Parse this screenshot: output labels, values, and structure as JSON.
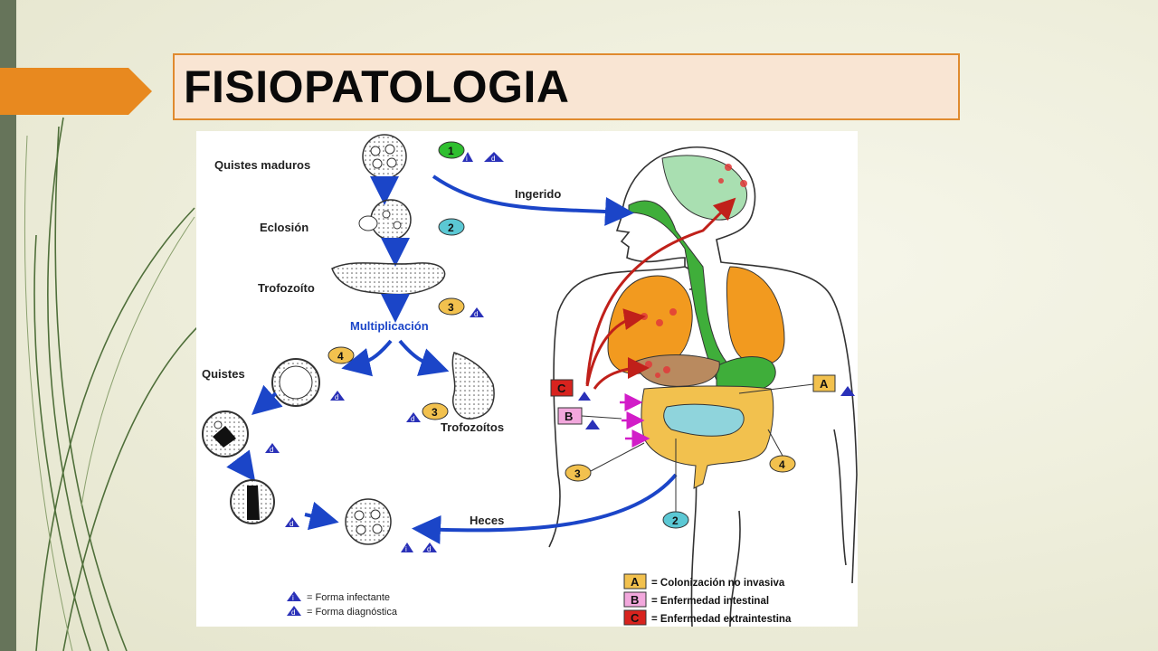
{
  "slide": {
    "title": "FISIOPATOLOGIA",
    "colors": {
      "accent": "#e8891f",
      "title_fill": "#f9e5d3",
      "side_bar": "#66745a"
    }
  },
  "diagram": {
    "stages": {
      "mature_cysts": "Quistes maduros",
      "excystation": "Eclosión",
      "trophozoite": "Trofozoíto",
      "multiplication": "Multiplicación",
      "cysts": "Quistes",
      "trophozoites": "Trofozoítos"
    },
    "arrows": {
      "ingested": "Ingerido",
      "feces": "Heces"
    },
    "step_numbers": [
      "1",
      "2",
      "3",
      "4",
      "3",
      "3",
      "4",
      "2"
    ],
    "icon_letters": {
      "infective": "i",
      "diagnostic": "d"
    },
    "outcome_letters": [
      "A",
      "B",
      "C"
    ],
    "legend_forms": [
      {
        "symbol": "i",
        "label": "= Forma infectante"
      },
      {
        "symbol": "d",
        "label": "= Forma diagnóstica"
      }
    ],
    "legend_outcomes": [
      {
        "letter": "A",
        "label": "= Colonización no invasiva",
        "color": "#f2c14e"
      },
      {
        "letter": "B",
        "label": "= Enfermedad intestinal",
        "color": "#f2a7dc"
      },
      {
        "letter": "C",
        "label": "= Enfermedad extraintestina",
        "color": "#d8231e"
      }
    ]
  }
}
